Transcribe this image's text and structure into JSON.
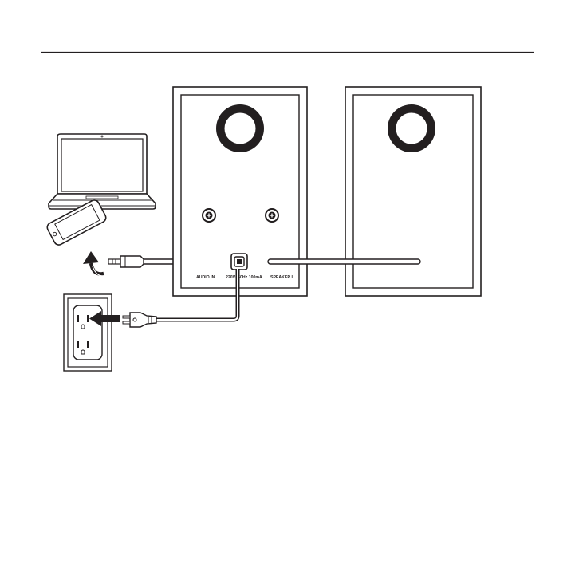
{
  "labels": {
    "audio_in": "AUDIO IN",
    "power": "220V~50Hz 100mA",
    "speaker": "SPEAKER L"
  },
  "colors": {
    "ink": "#231f20",
    "paper": "#ffffff"
  },
  "icons": {
    "laptop": "laptop-icon",
    "phone": "smartphone-icon",
    "outlet": "wall-outlet-icon",
    "arrow": "curved-arrow-icon"
  }
}
